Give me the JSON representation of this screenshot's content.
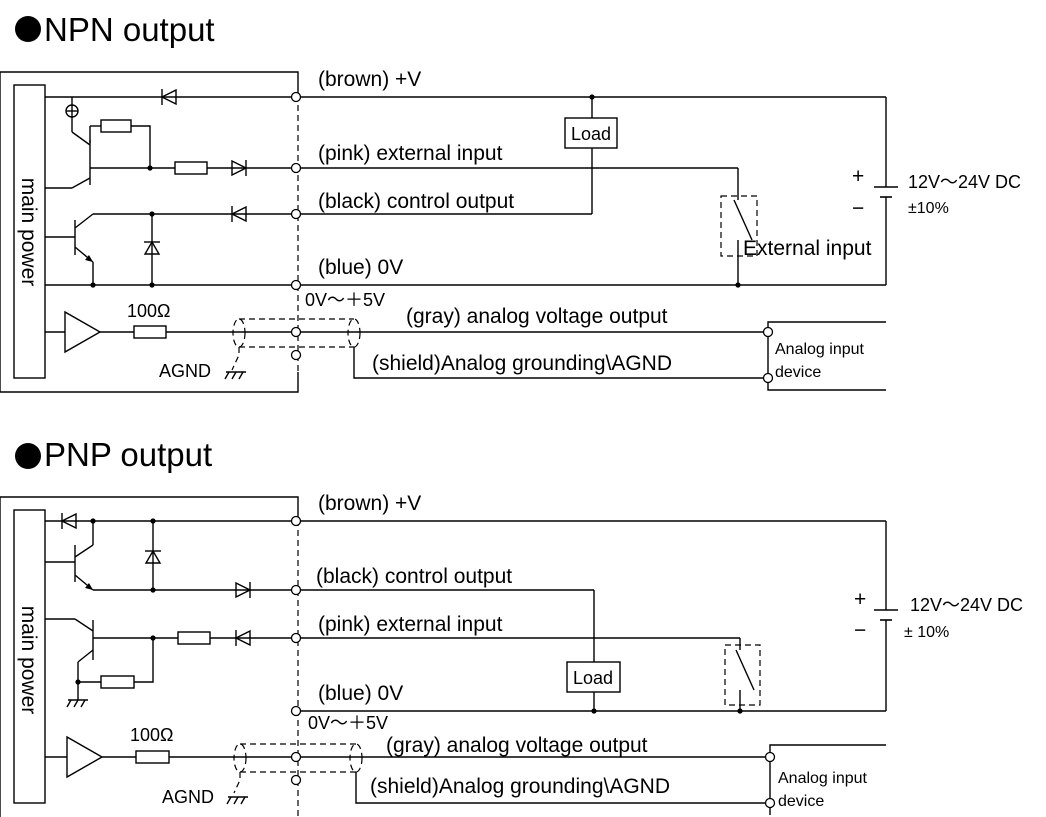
{
  "npn": {
    "title": "NPN  output",
    "main_power": "main power",
    "wire_brown": "(brown) +V",
    "wire_pink": "(pink) external input",
    "wire_black": "(black) control output",
    "wire_blue": "(blue) 0V",
    "analog_range": "0V～＋5V",
    "wire_gray": "(gray) analog voltage output",
    "wire_shield": "(shield)Analog grounding\\AGND",
    "resistor": "100Ω",
    "agnd": "AGND",
    "load": "Load",
    "external_input": "External input",
    "analog_device_1": "Analog input",
    "analog_device_2": "device",
    "supply": "12V～24V  DC",
    "tolerance": "±10%",
    "plus": "+",
    "minus": "−"
  },
  "pnp": {
    "title": "PNP  output",
    "main_power": "main power",
    "wire_brown": "(brown) +V",
    "wire_black": "(black) control output",
    "wire_pink": "(pink) external input",
    "wire_blue": "(blue) 0V",
    "analog_range": "0V～＋5V",
    "wire_gray": "(gray) analog voltage output",
    "wire_shield": "(shield)Analog grounding\\AGND",
    "resistor": "100Ω",
    "agnd": "AGND",
    "load": "Load",
    "analog_device_1": "Analog input",
    "analog_device_2": "device",
    "supply": "12V～24V  DC",
    "tolerance": "± 10%",
    "plus": "+",
    "minus": "−"
  }
}
